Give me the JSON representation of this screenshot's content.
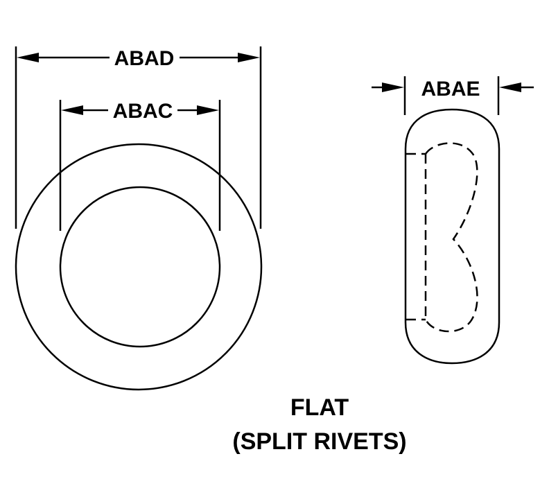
{
  "dimensions": {
    "outer_diameter_label": "ABAD",
    "inner_diameter_label": "ABAC",
    "thickness_label": "ABAE"
  },
  "caption": {
    "line1": "FLAT",
    "line2": "(SPLIT RIVETS)"
  },
  "colors": {
    "ink": "#000000",
    "background": "#ffffff"
  }
}
